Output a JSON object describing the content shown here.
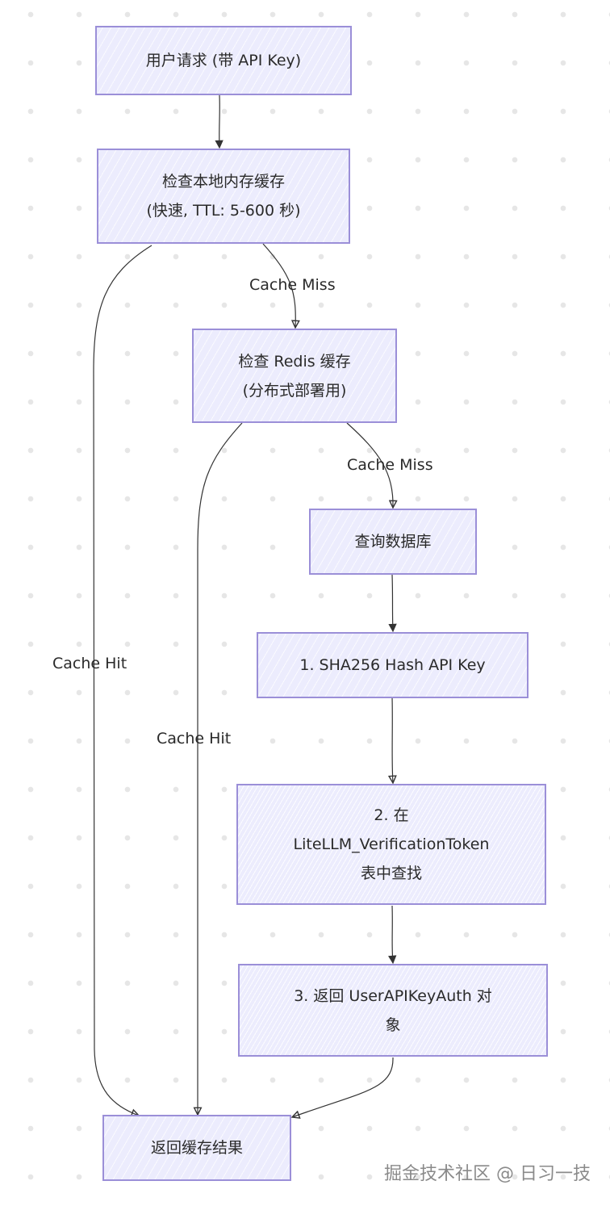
{
  "nodes": {
    "user_request": {
      "lines": [
        "用户请求 (带 API Key)"
      ]
    },
    "local_cache": {
      "lines": [
        "检查本地内存缓存",
        "(快速, TTL: 5-600 秒)"
      ]
    },
    "redis_cache": {
      "lines": [
        "检查 Redis 缓存",
        "(分布式部署用)"
      ]
    },
    "query_db": {
      "lines": [
        "查询数据库"
      ]
    },
    "hash_key": {
      "lines": [
        "1. SHA256 Hash API Key"
      ]
    },
    "lookup_table": {
      "lines": [
        "2. 在",
        "LiteLLM_VerificationToken",
        "表中查找"
      ]
    },
    "return_auth": {
      "lines": [
        "3. 返回 UserAPIKeyAuth 对",
        "象"
      ]
    },
    "return_cached": {
      "lines": [
        "返回缓存结果"
      ]
    }
  },
  "edges": [
    {
      "from": "user_request",
      "to": "local_cache",
      "label": ""
    },
    {
      "from": "local_cache",
      "to": "redis_cache",
      "label": "Cache Miss"
    },
    {
      "from": "local_cache",
      "to": "return_cached",
      "label": "Cache Hit"
    },
    {
      "from": "redis_cache",
      "to": "query_db",
      "label": "Cache Miss"
    },
    {
      "from": "redis_cache",
      "to": "return_cached",
      "label": "Cache Hit"
    },
    {
      "from": "query_db",
      "to": "hash_key",
      "label": ""
    },
    {
      "from": "hash_key",
      "to": "lookup_table",
      "label": ""
    },
    {
      "from": "lookup_table",
      "to": "return_auth",
      "label": ""
    },
    {
      "from": "return_auth",
      "to": "return_cached",
      "label": ""
    }
  ],
  "edge_labels": {
    "local_miss": "Cache Miss",
    "local_hit": "Cache Hit",
    "redis_miss": "Cache Miss",
    "redis_hit": "Cache Hit"
  },
  "watermark": "掘金技术社区 @ 日习一技",
  "colors": {
    "node_fill": "#ececfd",
    "node_stroke": "#9b8fd8",
    "edge": "#333333",
    "text": "#2a2a2a"
  }
}
